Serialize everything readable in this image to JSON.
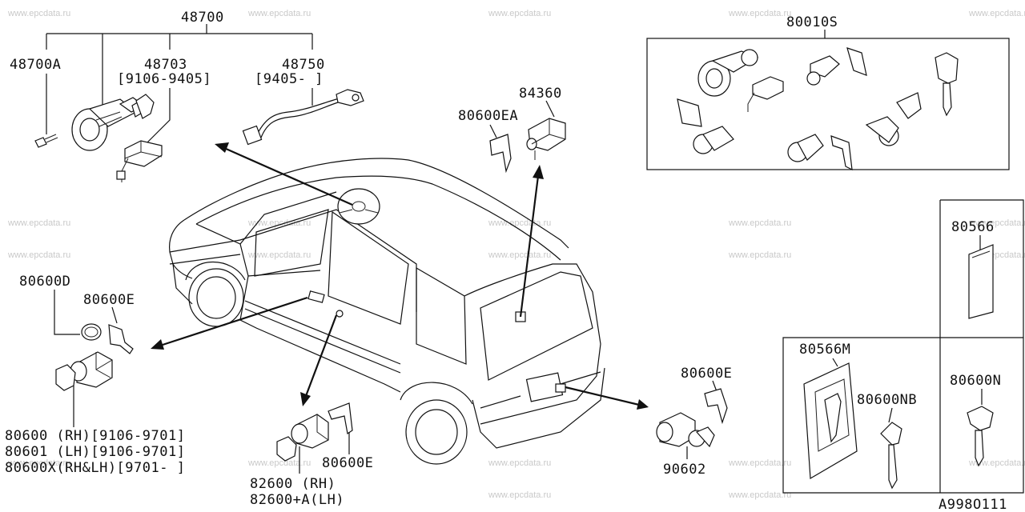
{
  "watermark": "www.epcdata.ru",
  "diagram_id": "A998O111",
  "labels": {
    "p48700": "48700",
    "p48700A": "48700A",
    "p48703": "48703",
    "p48703_range": "[9106-9405]",
    "p48750": "48750",
    "p48750_range": "[9405-      ]",
    "p80010S": "80010S",
    "p84360": "84360",
    "p80600EA": "80600EA",
    "p80600D": "80600D",
    "p80600E_left": "80600E",
    "p80600_rh": "80600 (RH)[9106-9701]",
    "p80601_lh": "80601 (LH)[9106-9701]",
    "p80600X": "80600X(RH&LH)[9701-   ]",
    "p82600_rh": "82600 (RH)",
    "p82600A_lh": "82600+A(LH)",
    "p80600E_mid": "80600E",
    "p80600E_right": "80600E",
    "p90602": "90602",
    "p80566": "80566",
    "p80566M": "80566M",
    "p80600NB": "80600NB",
    "p80600N": "80600N"
  }
}
